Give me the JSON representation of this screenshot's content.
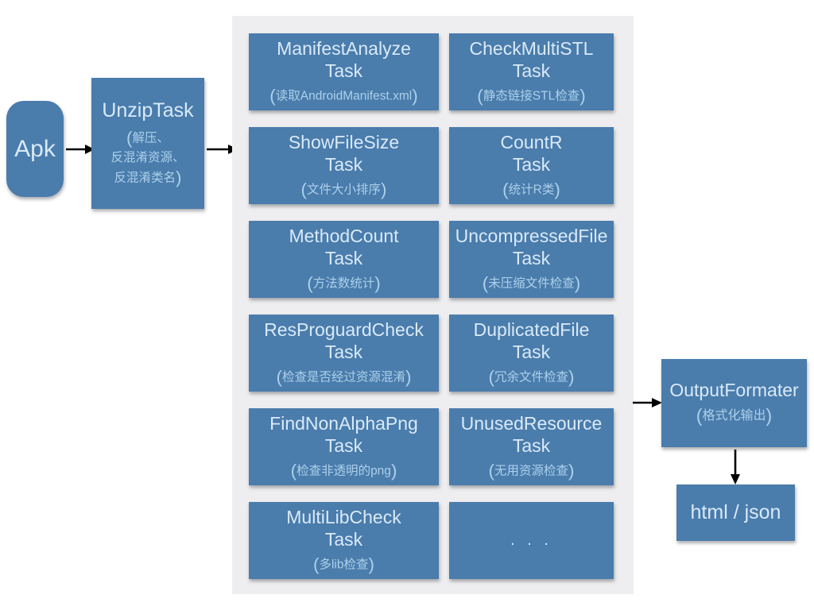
{
  "diagram": {
    "apk": {
      "label": "Apk"
    },
    "unzip": {
      "title": "UnzipTask",
      "sub_line1": "解压、",
      "sub_line2": "反混淆资源、",
      "sub_line3": "反混淆类名"
    },
    "task_word": "Task",
    "tasks": [
      {
        "name": "ManifestAnalyze",
        "subtitle": "读取AndroidManifest.xml"
      },
      {
        "name": "CheckMultiSTL",
        "subtitle": "静态链接STL检查"
      },
      {
        "name": "ShowFileSize",
        "subtitle": "文件大小排序"
      },
      {
        "name": "CountR",
        "subtitle": "统计R类"
      },
      {
        "name": "MethodCount",
        "subtitle": "方法数统计"
      },
      {
        "name": "UncompressedFile",
        "subtitle": "未压缩文件检查"
      },
      {
        "name": "ResProguardCheck",
        "subtitle": "检查是否经过资源混淆"
      },
      {
        "name": "DuplicatedFile",
        "subtitle": "冗余文件检查"
      },
      {
        "name": "FindNonAlphaPng",
        "subtitle": "检查非透明的png"
      },
      {
        "name": "UnusedResource",
        "subtitle": "无用资源检查"
      },
      {
        "name": "MultiLibCheck",
        "subtitle": "多lib检查"
      }
    ],
    "ellipsis": ". . .",
    "output": {
      "title": "OutputFormater",
      "subtitle": "格式化输出"
    },
    "result": {
      "label": "html / json"
    },
    "punct": {
      "open": "(",
      "close": ")"
    },
    "colors": {
      "box_blue": "#4A7CAC",
      "panel_gray": "#EEEEF0",
      "title_text": "#D9EAF7",
      "subtitle_text": "#ACD0EA",
      "arrow": "#000000",
      "background": "#FFFFFF"
    }
  }
}
